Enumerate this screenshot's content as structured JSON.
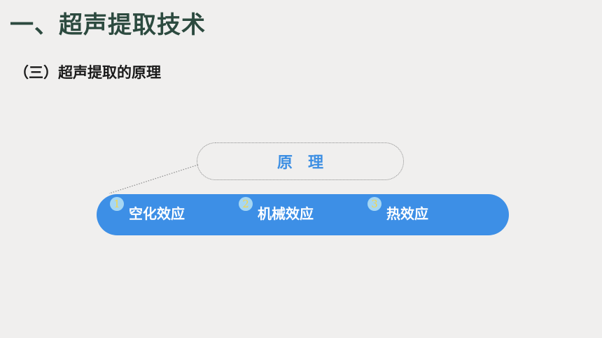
{
  "title": "一、超声提取技术",
  "subtitle": "（三）超声提取的原理",
  "principle": {
    "label": "原　理"
  },
  "effects": [
    {
      "number": "1",
      "label": "空化效应"
    },
    {
      "number": "2",
      "label": "机械效应"
    },
    {
      "number": "3",
      "label": "热效应"
    }
  ],
  "colors": {
    "title": "#2c4a3f",
    "accent_blue": "#3d8fe6",
    "number_badge": "#a6d7f3",
    "number_text": "#f5d54a"
  }
}
